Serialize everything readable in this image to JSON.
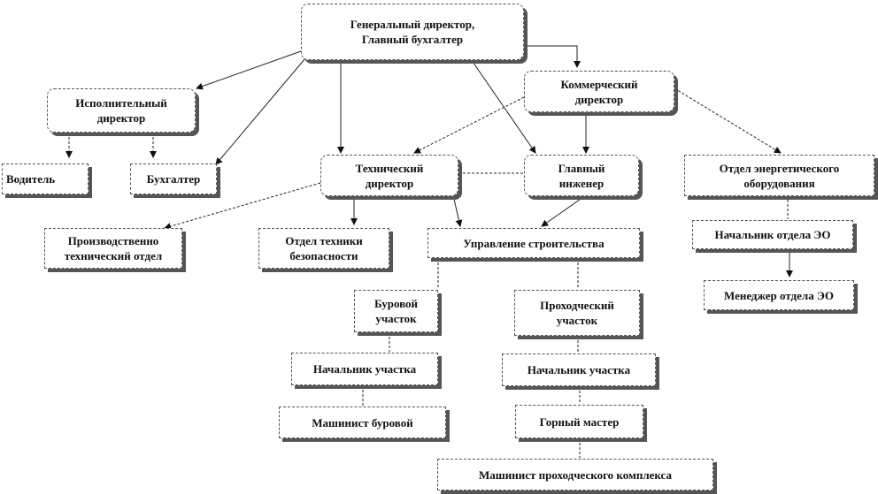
{
  "nodes": {
    "gen_dir": "Генеральный директор,\nГлавный бухгалтер",
    "exec_dir": "Исполнительный\nдиректор",
    "comm_dir": "Коммерческий\nдиректор",
    "driver": "Водитель",
    "accountant": "Бухгалтер",
    "tech_dir": "Технический\nдиректор",
    "chief_eng": "Главный\nинженер",
    "energy_dept": "Отдел энергетического\nоборудования",
    "prod_tech_dept": "Производственно\nтехнический отдел",
    "safety_dept": "Отдел техники\nбезопасности",
    "construction": "Управление строительства",
    "energy_head": "Начальник отдела ЭО",
    "energy_manager": "Менеджер отдела ЭО",
    "drill_site": "Буровой\nучасток",
    "tunnel_site": "Проходческий\nучасток",
    "drill_chief": "Начальник участка",
    "tunnel_chief": "Начальник участка",
    "drill_operator": "Машинист буровой",
    "mining_master": "Горный мастер",
    "tunnel_operator": "Машинист проходческого  комплекса"
  }
}
